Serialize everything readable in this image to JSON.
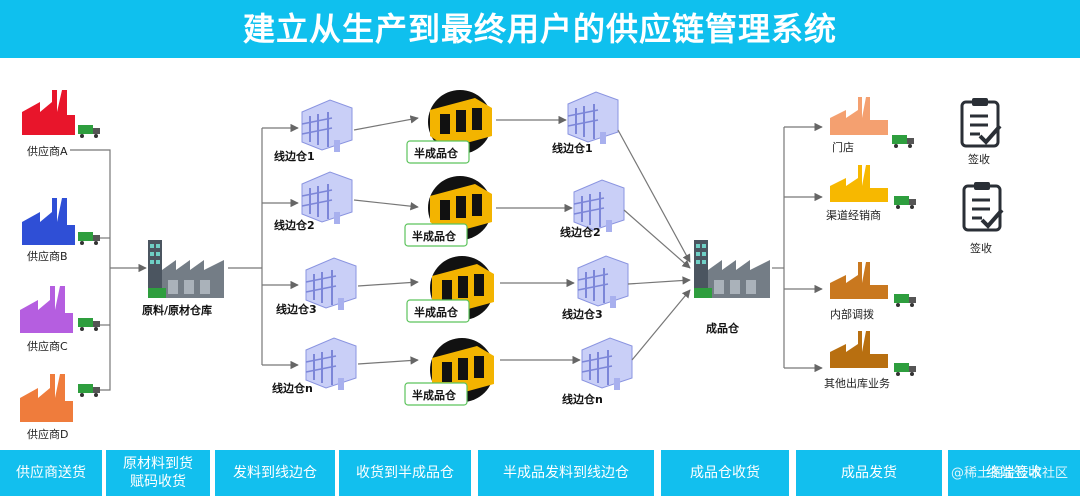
{
  "title": "建立从生产到最终用户的供应链管理系统",
  "suppliers": [
    "供应商A",
    "供应商B",
    "供应商C",
    "供应商D"
  ],
  "raw_warehouse": "原料/原材仓库",
  "line_warehouses_left": [
    "线边仓1",
    "线边仓2",
    "线边仓3",
    "线边仓n"
  ],
  "semi_finished": [
    "半成品仓",
    "半成品仓",
    "半成品仓",
    "半成品仓"
  ],
  "line_warehouses_right": [
    "线边仓1",
    "线边仓2",
    "线边仓3",
    "线边仓n"
  ],
  "finished_warehouse": "成品仓",
  "outlets": [
    "门店",
    "渠道经销商",
    "内部调拨",
    "其他出库业务"
  ],
  "sign_labels": [
    "签收",
    "签收"
  ],
  "steps": [
    "供应商送货",
    "原材料到货\n赋码收货",
    "发料到线边仓",
    "收货到半成品仓",
    "半成品发料到线边仓",
    "成品仓收货",
    "成品发货",
    "终端签收"
  ],
  "watermark": "@稀土掘金技术社区",
  "colors": {
    "title_bg": "#0fc0ee",
    "supplier_A": "#e8152b",
    "supplier_B": "#2f4fd6",
    "supplier_C": "#b55ee0",
    "supplier_D": "#ef7c3c",
    "outlet_1": "#f4a070",
    "outlet_2": "#f7b800",
    "outlet_3": "#c9781f",
    "outlet_4": "#b86f10"
  }
}
